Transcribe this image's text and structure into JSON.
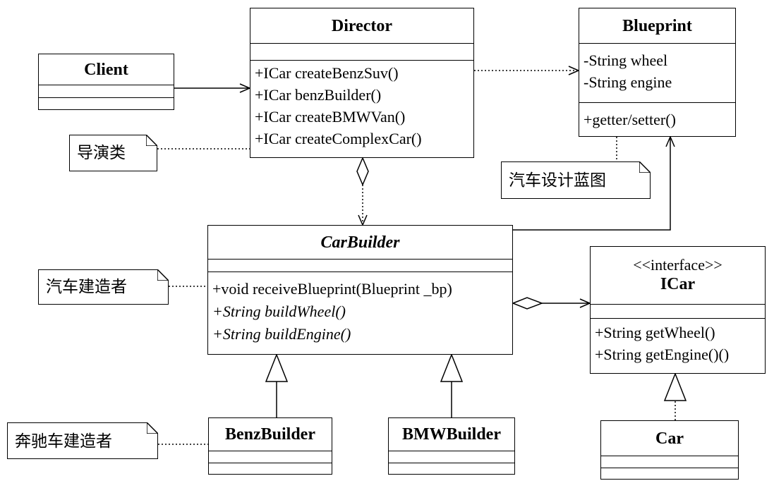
{
  "classes": {
    "client": {
      "name": "Client"
    },
    "director": {
      "name": "Director",
      "methods": [
        "+ICar createBenzSuv()",
        "+ICar benzBuilder()",
        "+ICar createBMWVan()",
        "+ICar createComplexCar()"
      ]
    },
    "blueprint": {
      "name": "Blueprint",
      "attributes": [
        "-String wheel",
        "-String engine"
      ],
      "methods": [
        "+getter/setter()"
      ]
    },
    "car_builder": {
      "name": "CarBuilder",
      "methods": [
        "+void receiveBlueprint(Blueprint _bp)",
        "+String buildWheel()",
        "+String buildEngine()"
      ]
    },
    "icar": {
      "stereotype": "<<interface>>",
      "name": "ICar",
      "methods": [
        "+String getWheel()",
        "+String getEngine()()"
      ]
    },
    "benz_builder": {
      "name": "BenzBuilder"
    },
    "bmw_builder": {
      "name": "BMWBuilder"
    },
    "car": {
      "name": "Car"
    }
  },
  "notes": {
    "director_note": "导演类",
    "blueprint_note": "汽车设计蓝图",
    "car_builder_note": "汽车建造者",
    "benz_builder_note": "奔驰车建造者"
  },
  "colors": {
    "line": "#000000",
    "background": "#ffffff"
  }
}
